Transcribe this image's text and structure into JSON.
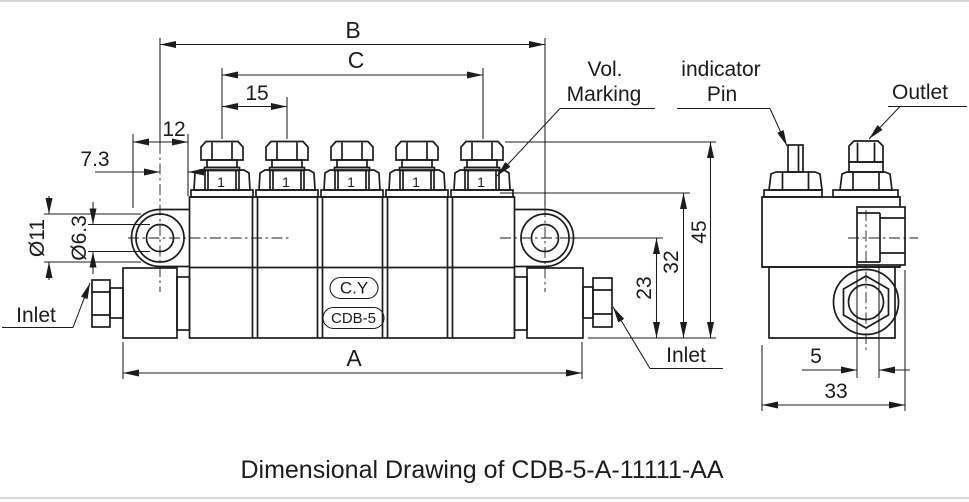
{
  "drawing": {
    "title": "Dimensional Drawing of CDB-5-A-11111-AA",
    "line_color": "#1c1c1c",
    "background_color": "#ffffff"
  },
  "front_view": {
    "stamp_top": "C.Y",
    "stamp_bottom": "CDB-5",
    "units": [
      {
        "marking": "1"
      },
      {
        "marking": "1"
      },
      {
        "marking": "1"
      },
      {
        "marking": "1"
      },
      {
        "marking": "1"
      }
    ],
    "labels": {
      "vol_marking_line1": "Vol.",
      "vol_marking_line2": "Marking",
      "inlet_left": "Inlet",
      "inlet_right": "Inlet"
    },
    "dimensions": {
      "b": "B",
      "c": "C",
      "pitch": "15",
      "ear_width": "12",
      "edge_offset": "7.3",
      "hole_outer": "Ø11",
      "hole_inner": "Ø6.3",
      "a": "A",
      "h23": "23",
      "h32": "32",
      "h45": "45"
    }
  },
  "side_view": {
    "labels": {
      "indicator_line1": "indicator",
      "indicator_line2": "Pin",
      "outlet": "Outlet"
    },
    "dimensions": {
      "ear_offset": "5",
      "depth": "33"
    }
  }
}
